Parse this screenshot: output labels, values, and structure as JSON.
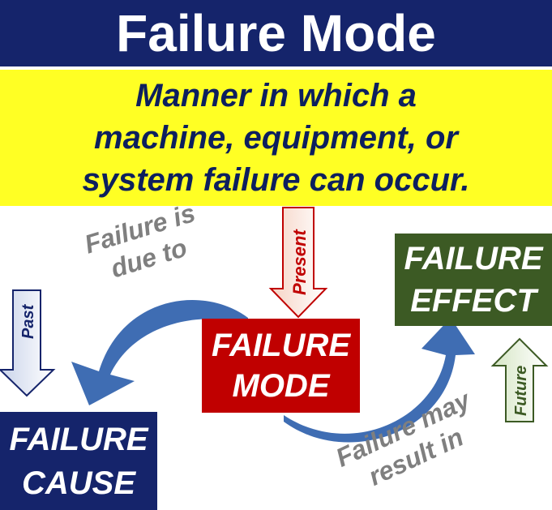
{
  "title": "Failure Mode",
  "definition": {
    "line1": "Manner in which a",
    "line2": "machine, equipment, or",
    "line3": "system failure can occur."
  },
  "mode_box": {
    "line1": "FAILURE",
    "line2": "MODE"
  },
  "effect_box": {
    "line1": "FAILURE",
    "line2": "EFFECT"
  },
  "cause_box": {
    "line1": "FAILURE",
    "line2": "CAUSE"
  },
  "arrows": {
    "present": "Present",
    "past": "Past",
    "future": "Future"
  },
  "labels": {
    "due_to_line1": "Failure is",
    "due_to_line2": "due to",
    "result_line1": "Failure may",
    "result_line2": "result in"
  },
  "colors": {
    "navy": "#15246b",
    "yellow": "#ffff24",
    "red": "#c00000",
    "green": "#3c5a24",
    "curved_arrow": "#3f6db3"
  }
}
